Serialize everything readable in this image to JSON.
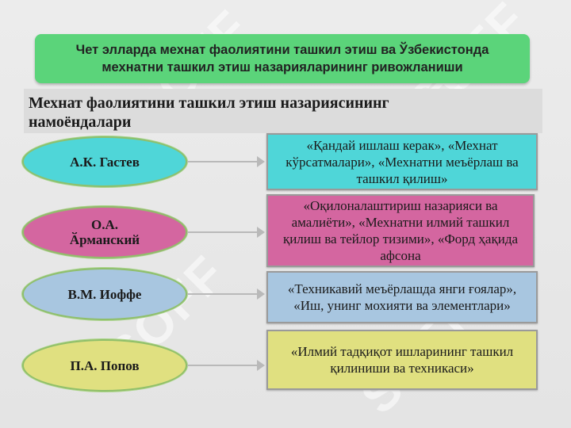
{
  "title": "Чет элларда мехнат фаолиятини ташкил этиш ва Ўзбекистонда мехнатни ташкил этиш назарияларининг ривожланиши",
  "subtitle": "Мехнат фаолиятини ташкил этиш назариясининг намоёндалари",
  "watermark_text": "SOFF",
  "colors": {
    "banner": "#5bd47a",
    "ellipse_1": "#4fd6d8",
    "ellipse_2": "#d466a0",
    "ellipse_3": "#a8c6e0",
    "ellipse_4": "#e0e080",
    "box_1": "#4fd6d8",
    "box_2": "#d466a0",
    "box_3": "#a8c6e0",
    "box_4": "#e0e080"
  },
  "rows": [
    {
      "name": "А.К. Гастев",
      "works": "«Қандай ишлаш керак», «Мехнат кўрсатмалари», «Мехнатни меъёрлаш ва ташкил қилиш»"
    },
    {
      "name": "О.А. Ӑрманский",
      "works": "«Оқилоналаштириш назарияси ва амалиёти», «Мехнатни илмий ташкил қилиш ва тейлор тизими», «Форд ҳақида афсона"
    },
    {
      "name": "В.М. Иоффе",
      "works": "«Техникавий меъёрлашда янги ғоялар», «Иш, унинг мохияти ва элементлари»"
    },
    {
      "name": "П.А. Попов",
      "works": "«Илмий тадқиқот ишларининг ташкил қилиниши ва техникаси»"
    }
  ]
}
